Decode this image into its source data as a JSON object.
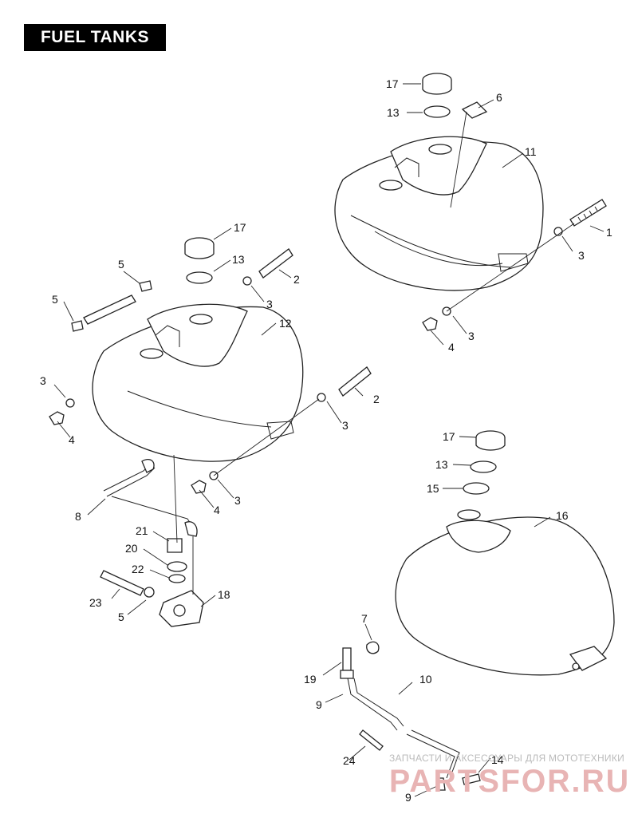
{
  "header": {
    "title": "FUEL TANKS"
  },
  "callouts": [
    {
      "id": "c17a",
      "text": "17"
    },
    {
      "id": "c13a",
      "text": "13"
    },
    {
      "id": "c6",
      "text": "6"
    },
    {
      "id": "c11",
      "text": "11"
    },
    {
      "id": "c1",
      "text": "1"
    },
    {
      "id": "c3a",
      "text": "3"
    },
    {
      "id": "c3b",
      "text": "3"
    },
    {
      "id": "c4a",
      "text": "4"
    },
    {
      "id": "c17b",
      "text": "17"
    },
    {
      "id": "c13b",
      "text": "13"
    },
    {
      "id": "c2a",
      "text": "2"
    },
    {
      "id": "c3c",
      "text": "3"
    },
    {
      "id": "c5a",
      "text": "5"
    },
    {
      "id": "c5b",
      "text": "5"
    },
    {
      "id": "c12",
      "text": "12"
    },
    {
      "id": "c3d",
      "text": "3"
    },
    {
      "id": "c4b",
      "text": "4"
    },
    {
      "id": "c2b",
      "text": "2"
    },
    {
      "id": "c3e",
      "text": "3"
    },
    {
      "id": "c3f",
      "text": "3"
    },
    {
      "id": "c4c",
      "text": "4"
    },
    {
      "id": "c8",
      "text": "8"
    },
    {
      "id": "c21",
      "text": "21"
    },
    {
      "id": "c20",
      "text": "20"
    },
    {
      "id": "c22",
      "text": "22"
    },
    {
      "id": "c23",
      "text": "23"
    },
    {
      "id": "c5c",
      "text": "5"
    },
    {
      "id": "c18",
      "text": "18"
    },
    {
      "id": "c17c",
      "text": "17"
    },
    {
      "id": "c13c",
      "text": "13"
    },
    {
      "id": "c15",
      "text": "15"
    },
    {
      "id": "c16",
      "text": "16"
    },
    {
      "id": "c7",
      "text": "7"
    },
    {
      "id": "c19",
      "text": "19"
    },
    {
      "id": "c10",
      "text": "10"
    },
    {
      "id": "c9a",
      "text": "9"
    },
    {
      "id": "c24",
      "text": "24"
    },
    {
      "id": "c14",
      "text": "14"
    },
    {
      "id": "c9b",
      "text": "9"
    }
  ],
  "watermark": {
    "line1": "ЗАПЧАСТИ И АКСЕССУАРЫ ДЛЯ МОТОТЕХНИКИ",
    "line2": "PARTSFOR.RU"
  }
}
